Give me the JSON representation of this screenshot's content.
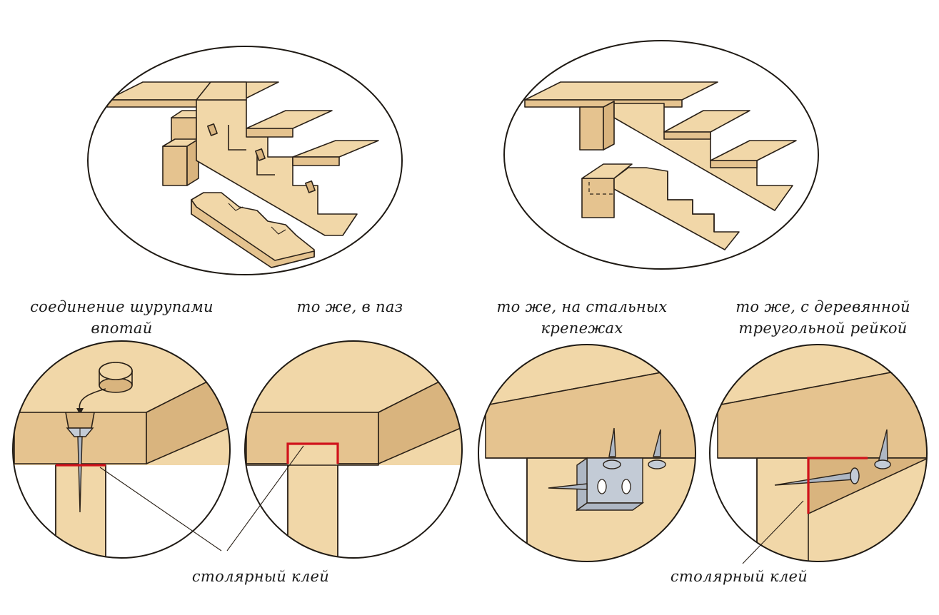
{
  "labels": {
    "screws_countersunk_line1": "соединение шурупами",
    "screws_countersunk_line2": "впотай",
    "same_in_groove": "то же, в паз",
    "steel_fasteners_line1": "то же, на стальных",
    "steel_fasteners_line2": "крепежах",
    "wooden_strip_line1": "то же, с деревянной",
    "wooden_strip_line2": "треугольной рейкой",
    "wood_glue_left": "столярный клей",
    "wood_glue_right": "столярный клей"
  },
  "colors": {
    "wood_light": "#f1d7a8",
    "wood_mid": "#e5c38f",
    "wood_dark": "#d9b47e",
    "glue_line": "#d0121b",
    "steel": "#c3cbd6",
    "outline": "#2a2118"
  }
}
